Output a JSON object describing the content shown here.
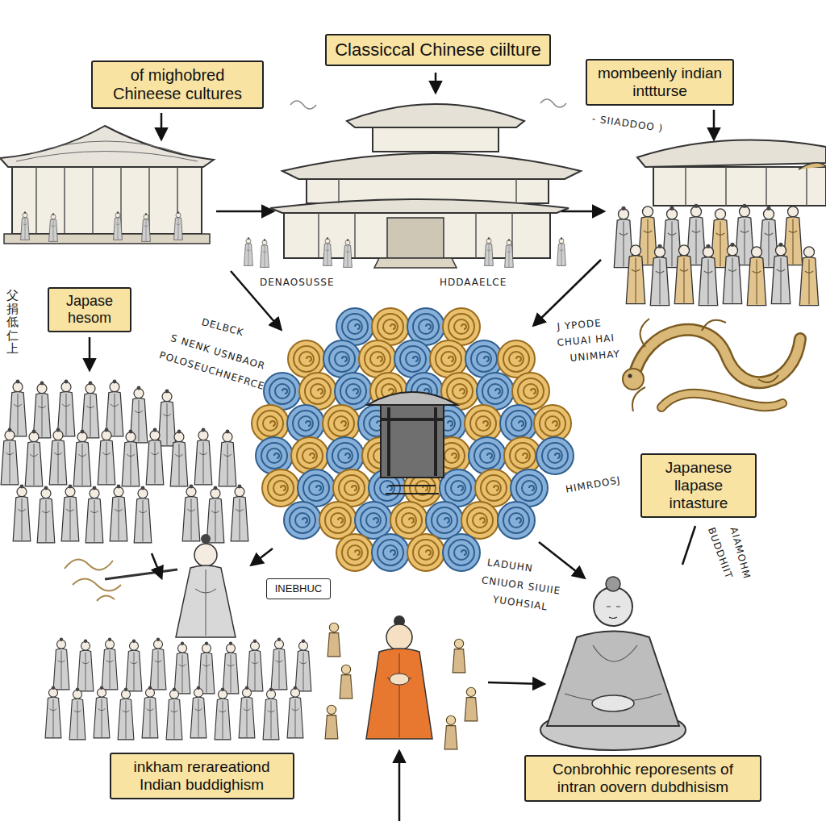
{
  "diagram": {
    "nodes": [
      {
        "text": [
          "Classiccal Chinese ciilture"
        ]
      },
      {
        "text": [
          "of mighobred Chineese cultures"
        ]
      },
      {
        "text": [
          "mombeenly indian inttturse"
        ]
      },
      {
        "text": [
          "Japase hesom"
        ]
      },
      {
        "text": [
          "Japanese llapase intasture"
        ]
      },
      {
        "text": [
          "INEBHUC"
        ]
      },
      {
        "text": [
          "inkham rerareationd Indian buddighism"
        ]
      },
      {
        "text": [
          "Conbrohhic reporesents of intran oovern dubdhisism"
        ]
      }
    ],
    "labels": [
      "- SIIADDOO )",
      "DENAOSUSSE",
      "HDDAAELCE",
      "DELBCK",
      "S NENK USNBAOR",
      "POLOSEUCHNEFRCE",
      "J YPODE",
      "CHUAI HAI",
      "UNIMHAY",
      "HIMRDOSJ",
      "LADUHN",
      "CNIUOR SIUIIE",
      "YUOHSIAL",
      "BUDDHIIT",
      "AIAMOHM",
      "父捐低仁上"
    ]
  }
}
